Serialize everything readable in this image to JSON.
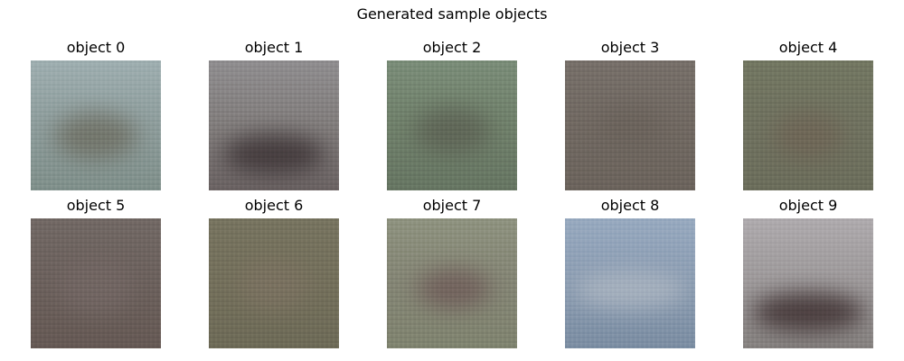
{
  "figure": {
    "title": "Generated sample objects"
  },
  "panels": [
    {
      "title": "object 0",
      "base": "#8d9c9b",
      "top": "#9eaeb0",
      "bottom": "#7f8f8a",
      "blob": "#6f7065"
    },
    {
      "title": "object 1",
      "base": "#807c7b",
      "top": "#8f8d8f",
      "bottom": "#6a6262",
      "blob": "#3d3436"
    },
    {
      "title": "object 2",
      "base": "#6f7f6a",
      "top": "#7a8c78",
      "bottom": "#667562",
      "blob": "#5d6355"
    },
    {
      "title": "object 3",
      "base": "#706861",
      "top": "#766f69",
      "bottom": "#6b635c",
      "blob": "#6a625b"
    },
    {
      "title": "object 4",
      "base": "#6f715f",
      "top": "#727661",
      "bottom": "#6b6d5b",
      "blob": "#6e6556"
    },
    {
      "title": "object 5",
      "base": "#6b605c",
      "top": "#716864",
      "bottom": "#655954",
      "blob": "#726663"
    },
    {
      "title": "object 6",
      "base": "#736f5b",
      "top": "#76735f",
      "bottom": "#6d6a57",
      "blob": "#7a7160"
    },
    {
      "title": "object 7",
      "base": "#838474",
      "top": "#8e927f",
      "bottom": "#7f836f",
      "blob": "#6f5d59"
    },
    {
      "title": "object 8",
      "base": "#8b9cb1",
      "top": "#97a9bf",
      "bottom": "#7b8da2",
      "blob": "#aab4c0"
    },
    {
      "title": "object 9",
      "base": "#9c9899",
      "top": "#aeaaad",
      "bottom": "#85817f",
      "blob": "#3f3132"
    }
  ]
}
